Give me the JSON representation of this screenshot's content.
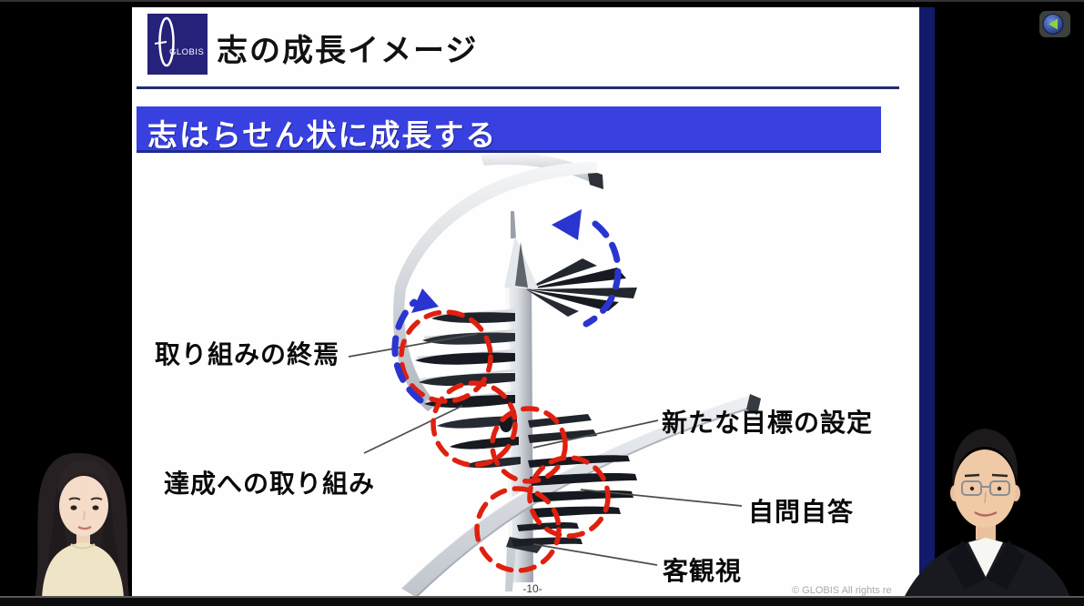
{
  "slide": {
    "logo": {
      "text": "GLOBIS"
    },
    "title": "志の成長イメージ",
    "banner": {
      "text": "志はらせん状に成長する",
      "bg_color": "#3840e0"
    },
    "diagram": {
      "type": "spiral-staircase",
      "labels": [
        {
          "text": "取り組みの終焉",
          "side": "left"
        },
        {
          "text": "達成への取り組み",
          "side": "left"
        },
        {
          "text": "新たな目標の設定",
          "side": "right"
        },
        {
          "text": "自問自答",
          "side": "right"
        },
        {
          "text": "客観視",
          "side": "right"
        }
      ],
      "annotation_colors": {
        "highlight_red": "#e0200f",
        "rotation_blue": "#2a35d0"
      }
    },
    "page_number": "-10-",
    "copyright": "© GLOBIS All rights re"
  },
  "player": {
    "back_button_icon": "green-left-triangle"
  },
  "webcams": {
    "left_presenter": "female-presenter",
    "right_presenter": "male-presenter"
  }
}
